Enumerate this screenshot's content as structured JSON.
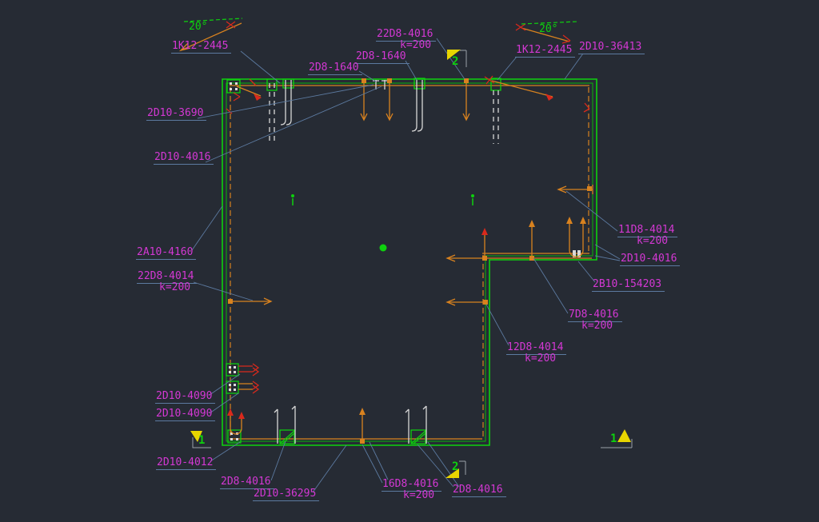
{
  "drawing": {
    "background": "#262b34",
    "palette": {
      "outline_green": "#0ed10e",
      "rebar_orange": "#d8821f",
      "label_magenta": "#d438d4",
      "leader_gray_blue": "#5c7aa0",
      "accent_red": "#d9291c",
      "marker_yellow": "#e8d500",
      "rebar_white": "#d8d8d8"
    },
    "angle_annotations": [
      {
        "id": "angle-left",
        "text": "20°"
      },
      {
        "id": "angle-right",
        "text": "20°"
      }
    ],
    "section_markers": [
      {
        "id": "section-2-top",
        "number": "2"
      },
      {
        "id": "section-2-bottom",
        "number": "2"
      },
      {
        "id": "section-1-bottom-left",
        "number": "1"
      },
      {
        "id": "section-1-bottom-right",
        "number": "1"
      }
    ],
    "rebar_labels": [
      {
        "id": "1k12-2445-left",
        "text": "1K12-2445"
      },
      {
        "id": "22d8-4016-top",
        "text": "22D8-4016",
        "sub": "k=200"
      },
      {
        "id": "2d8-1640-upper",
        "text": "2D8-1640"
      },
      {
        "id": "2d8-1640-lower",
        "text": "2D8-1640"
      },
      {
        "id": "1k12-2445-right",
        "text": "1K12-2445"
      },
      {
        "id": "2d10-36413",
        "text": "2D10-36413"
      },
      {
        "id": "2d10-3690",
        "text": "2D10-3690"
      },
      {
        "id": "2d10-4016-left",
        "text": "2D10-4016"
      },
      {
        "id": "2a10-4160",
        "text": "2A10-4160"
      },
      {
        "id": "22d8-4014",
        "text": "22D8-4014",
        "sub": "k=200"
      },
      {
        "id": "11d8-4014",
        "text": "11D8-4014",
        "sub": "k=200"
      },
      {
        "id": "2d10-4016-right",
        "text": "2D10-4016"
      },
      {
        "id": "2b10-154203",
        "text": "2B10-154203"
      },
      {
        "id": "7d8-4016",
        "text": "7D8-4016",
        "sub": "k=200"
      },
      {
        "id": "12d8-4014",
        "text": "12D8-4014",
        "sub": "k=200"
      },
      {
        "id": "2d10-4090-a",
        "text": "2D10-4090"
      },
      {
        "id": "2d10-4090-b",
        "text": "2D10-4090"
      },
      {
        "id": "2d10-4012",
        "text": "2D10-4012"
      },
      {
        "id": "2d8-4016-bottom-left",
        "text": "2D8-4016"
      },
      {
        "id": "2d10-36295",
        "text": "2D10-36295"
      },
      {
        "id": "16d8-4016",
        "text": "16D8-4016",
        "sub": "k=200"
      },
      {
        "id": "2d8-4016-bottom-right",
        "text": "2D8-4016"
      }
    ]
  }
}
